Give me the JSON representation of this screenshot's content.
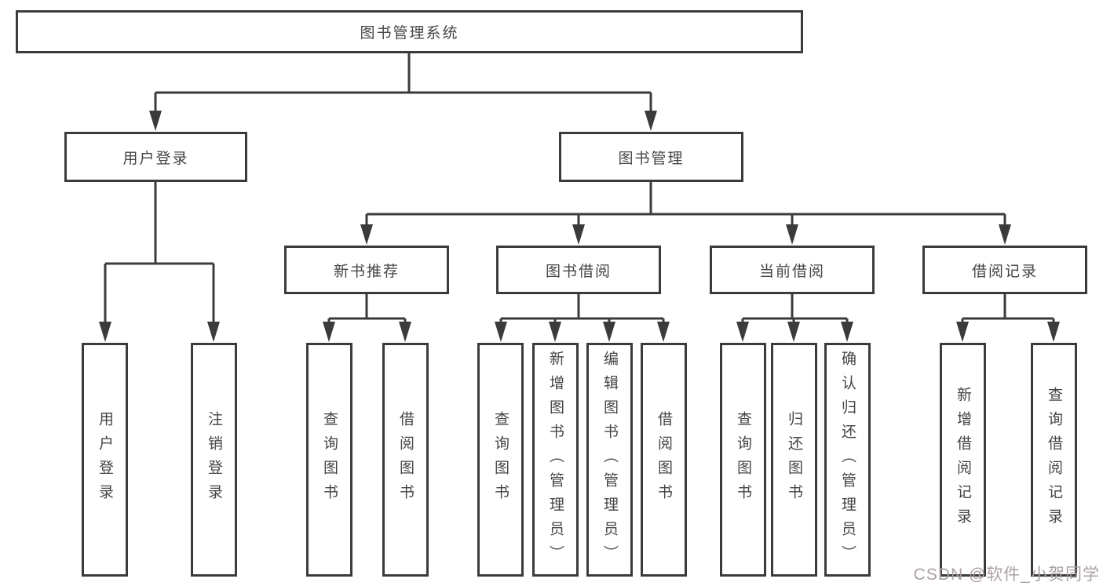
{
  "diagram": {
    "root": "图书管理系统",
    "level2": [
      "用户登录",
      "图书管理"
    ],
    "level3": [
      "新书推荐",
      "图书借阅",
      "当前借阅",
      "借阅记录"
    ],
    "leaves": {
      "user_login": [
        "用户登录",
        "注销登录"
      ],
      "recommend": [
        "查询图书",
        "借阅图书"
      ],
      "borrow": [
        "查询图书",
        "新增图书（管理员）",
        "编辑图书（管理员）",
        "借阅图书"
      ],
      "current": [
        "查询图书",
        "归还图书",
        "确认归还（管理员）"
      ],
      "records": [
        "新增借阅记录",
        "查询借阅记录"
      ]
    },
    "watermark": "CSDN @软件_小贺同学",
    "colors": {
      "line": "#3b3b3b",
      "text": "#454545",
      "background": "#ffffff",
      "watermark": "#aba0a0"
    }
  }
}
